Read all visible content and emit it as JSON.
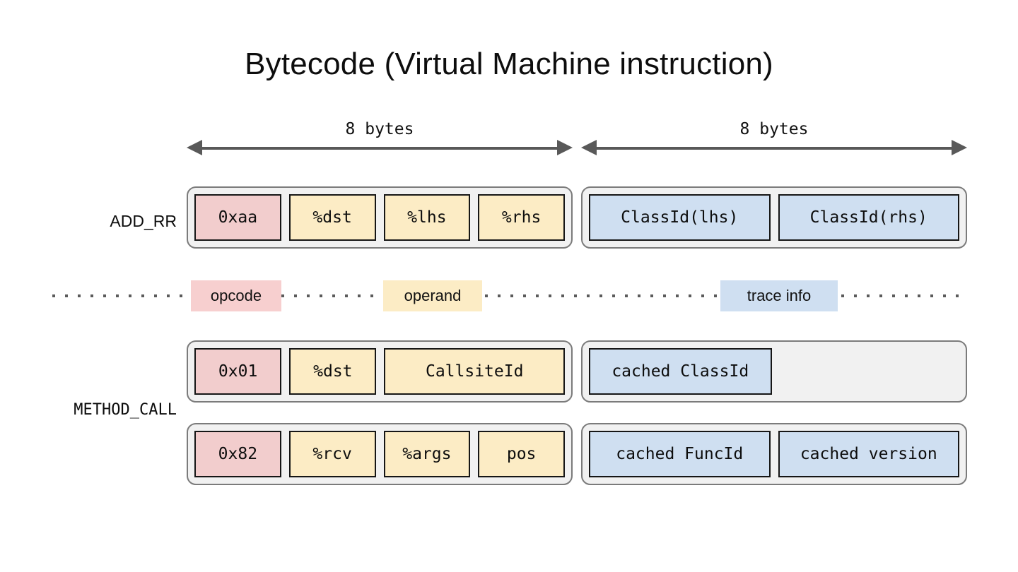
{
  "title": "Bytecode (Virtual Machine instruction)",
  "colors": {
    "opcode": "#f2cdcd",
    "operand": "#fcecc5",
    "trace": "#cfdff1",
    "container_fill": "#f1f1f1",
    "container_border": "#7b7b7b",
    "cell_border": "#161616",
    "arrow": "#595959",
    "text": "#0d0d0d"
  },
  "measures": [
    {
      "label": "8 bytes",
      "name": "left-word-size"
    },
    {
      "label": "8 bytes",
      "name": "right-word-size"
    }
  ],
  "row_labels": [
    {
      "text": "ADD_RR",
      "name": "row-label-add-rr"
    },
    {
      "text": "METHOD_CALL",
      "name": "row-label-method-call"
    }
  ],
  "legend": [
    {
      "label": "opcode",
      "kind": "opcode"
    },
    {
      "label": "operand",
      "kind": "operand"
    },
    {
      "label": "trace info",
      "kind": "trace"
    }
  ],
  "rows": [
    {
      "instruction": "ADD_RR",
      "left_word": [
        {
          "text": "0xaa",
          "kind": "opcode",
          "span": 1
        },
        {
          "text": "%dst",
          "kind": "operand",
          "span": 1
        },
        {
          "text": "%lhs",
          "kind": "operand",
          "span": 1
        },
        {
          "text": "%rhs",
          "kind": "operand",
          "span": 1
        }
      ],
      "right_word": [
        {
          "text": "ClassId(lhs)",
          "kind": "trace",
          "span": 2
        },
        {
          "text": "ClassId(rhs)",
          "kind": "trace",
          "span": 2
        }
      ]
    },
    {
      "instruction": "METHOD_CALL",
      "left_word": [
        {
          "text": "0x01",
          "kind": "opcode",
          "span": 1
        },
        {
          "text": "%dst",
          "kind": "operand",
          "span": 1
        },
        {
          "text": "CallsiteId",
          "kind": "operand",
          "span": 2
        }
      ],
      "right_word": [
        {
          "text": "cached ClassId",
          "kind": "trace",
          "span": 2
        },
        {
          "text": "",
          "kind": "empty",
          "span": 2
        }
      ]
    },
    {
      "instruction": "METHOD_CALL",
      "left_word": [
        {
          "text": "0x82",
          "kind": "opcode",
          "span": 1
        },
        {
          "text": "%rcv",
          "kind": "operand",
          "span": 1
        },
        {
          "text": "%args",
          "kind": "operand",
          "span": 1
        },
        {
          "text": "pos",
          "kind": "operand",
          "span": 1
        }
      ],
      "right_word": [
        {
          "text": "cached FuncId",
          "kind": "trace",
          "span": 2
        },
        {
          "text": "cached version",
          "kind": "trace",
          "span": 2
        }
      ]
    }
  ]
}
